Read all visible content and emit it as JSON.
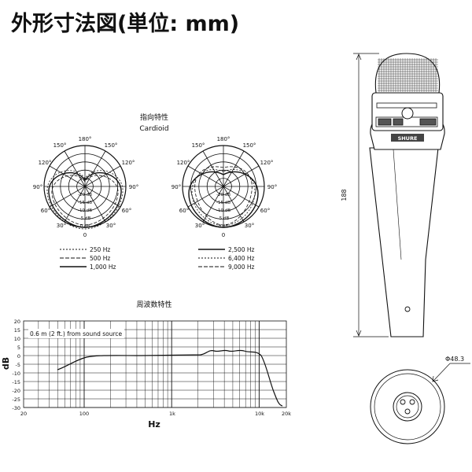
{
  "page_title": "外形寸法図(単位: mm)",
  "polar": {
    "heading": "指向特性",
    "pattern": "Cardioid",
    "angle_labels": [
      "180°",
      "150°",
      "150°",
      "120°",
      "120°",
      "90°",
      "90°",
      "60°",
      "60°",
      "30°",
      "30°",
      "0"
    ],
    "ring_labels": [
      "-20 dB",
      "-15 dB",
      "-10 dB",
      "-5 dB",
      "0 dB"
    ],
    "legend_left": [
      "250 Hz",
      "500 Hz",
      "1,000 Hz"
    ],
    "legend_right": [
      "2,500 Hz",
      "6,400 Hz",
      "9,000 Hz"
    ]
  },
  "response": {
    "heading": "周波数特性",
    "note": "0.6 m (2 ft.) from sound source",
    "ylabel": "dB",
    "xlabel": "Hz",
    "y_ticks": [
      "20",
      "15",
      "10",
      "5",
      "0",
      "-5",
      "-10",
      "-15",
      "-20",
      "-25",
      "-30"
    ],
    "x_ticks": [
      "20",
      "100",
      "1k",
      "10k",
      "20k"
    ]
  },
  "dimensions": {
    "length": "188",
    "diameter": "Φ48.3"
  },
  "brand": "SHURE"
}
